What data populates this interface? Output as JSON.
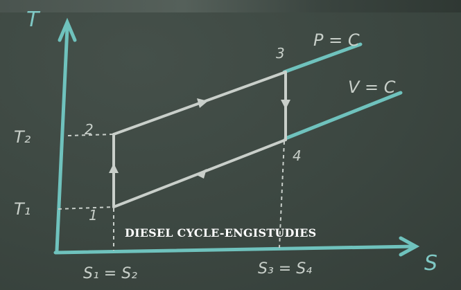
{
  "diagram": {
    "axis_y_label": "T",
    "axis_x_label": "S",
    "t_labels": [
      "T₂",
      "T₁"
    ],
    "point_labels": [
      "1",
      "2",
      "3",
      "4"
    ],
    "curve_labels": [
      "P = C",
      "V = C"
    ],
    "s_labels": [
      "S₁ = S₂",
      "S₃ = S₄"
    ]
  },
  "caption": "DIESEL CYCLE-ENGISTUDIES",
  "colors": {
    "board": "#3d4842",
    "axis_chalk": "#6fc2bd",
    "cycle_chalk": "#c9cfca",
    "caption_text": "#ffffff"
  }
}
